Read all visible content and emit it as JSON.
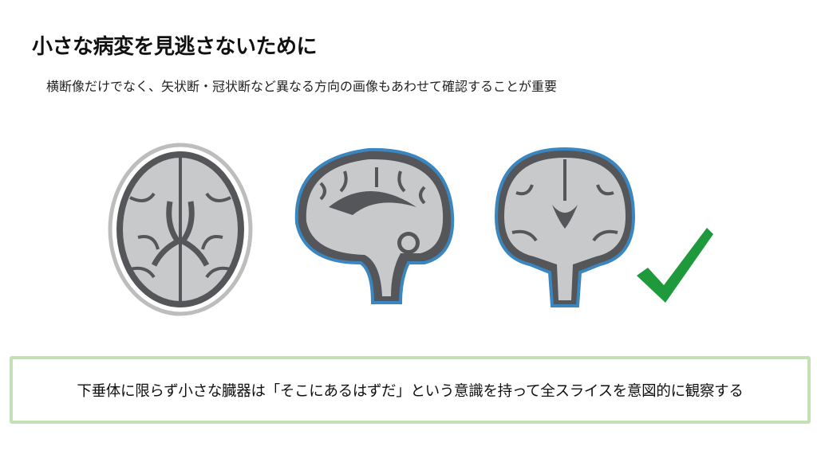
{
  "slide": {
    "title": "小さな病変を見逃さないために",
    "subtitle": "横断像だけでなく、矢状断・冠状断など異なる方向の画像もあわせて確認することが重要",
    "figures": [
      {
        "name": "axial-brain",
        "icon": "axial-brain-image"
      },
      {
        "name": "sagittal-brain",
        "icon": "sagittal-brain-image"
      },
      {
        "name": "coronal-brain",
        "icon": "coronal-brain-image"
      },
      {
        "name": "checkmark",
        "icon": "check-icon"
      }
    ],
    "callout": "下垂体に限らず小さな臓器は「そこにあるはずだ」という意識を持って全スライスを意図的に観察する",
    "colors": {
      "callout_border": "#c5e0b4",
      "check": "#1e9a3c",
      "sagittal_outline": "#3a86c0",
      "brain_fill": "#c8c9cb",
      "brain_dark": "#555659"
    }
  }
}
